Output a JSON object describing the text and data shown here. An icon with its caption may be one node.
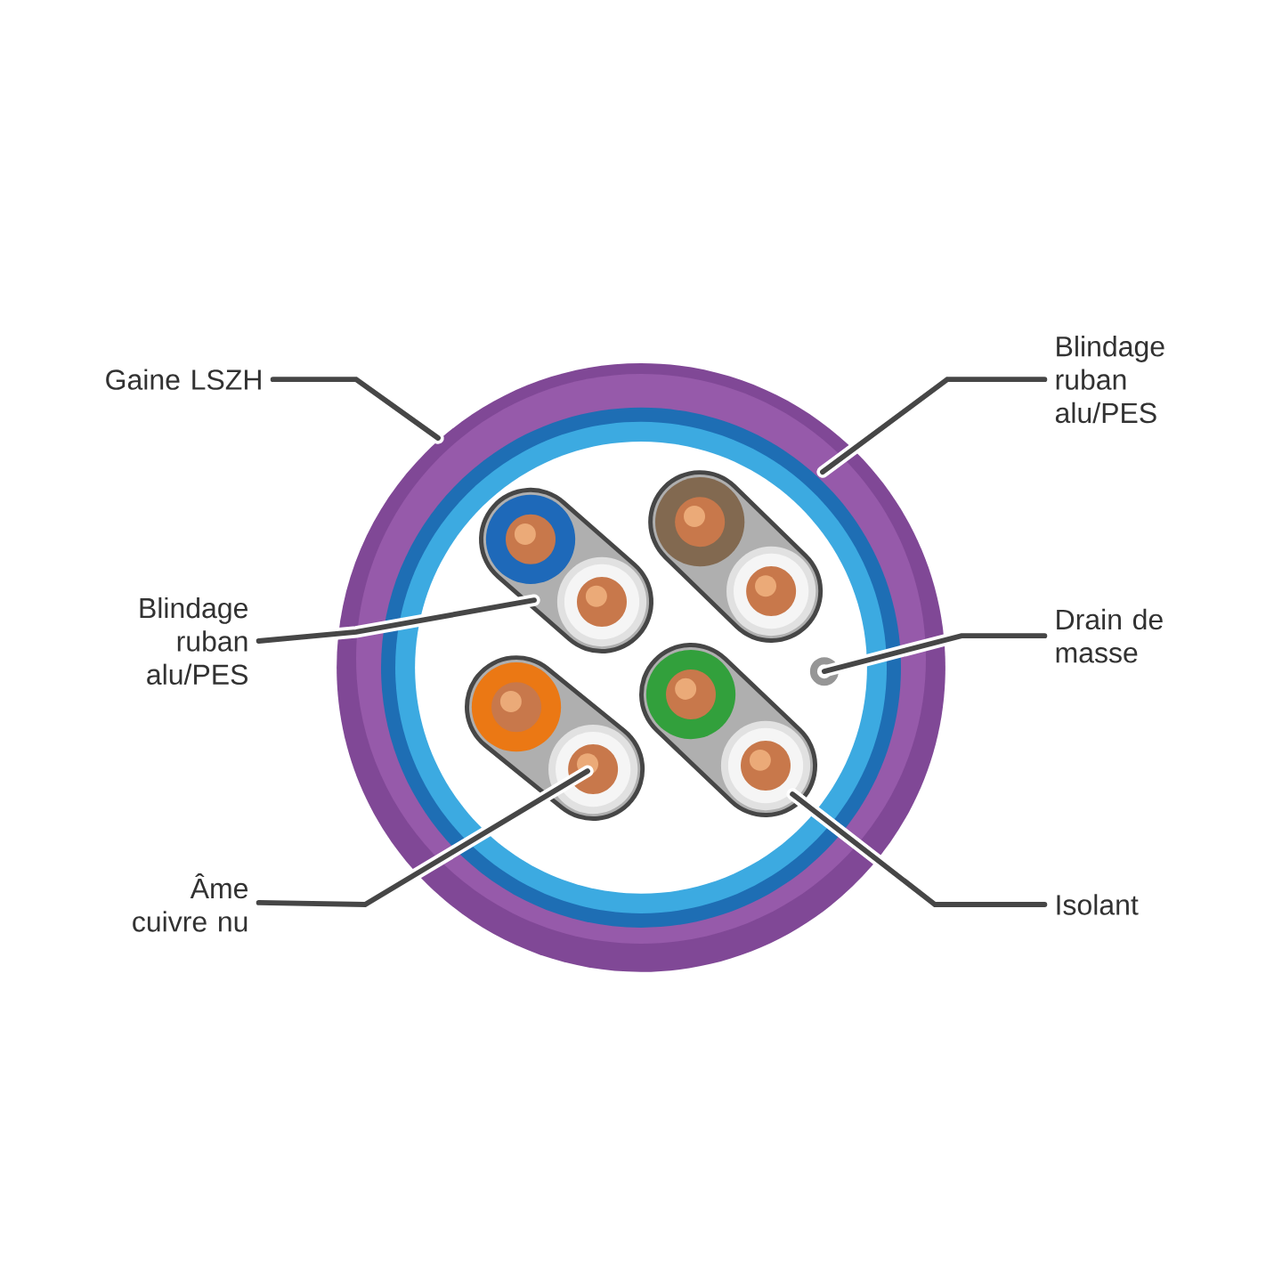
{
  "diagram": {
    "nodes": [
      {
        "text": [
          "Gaine LSZH"
        ]
      },
      {
        "text": [
          "Blindage ruban alu/PES"
        ]
      },
      {
        "text": [
          "Blindage ruban alu/PES"
        ]
      },
      {
        "text": [
          "Drain de masse"
        ]
      },
      {
        "text": [
          "Âme cuivre nu"
        ]
      },
      {
        "text": [
          "Isolant"
        ]
      }
    ],
    "edges": [
      {
        "from": 0,
        "to": null,
        "arrow": "none"
      },
      {
        "from": 1,
        "to": null,
        "arrow": "none"
      },
      {
        "from": 2,
        "to": null,
        "arrow": "none"
      },
      {
        "from": 3,
        "to": null,
        "arrow": "none"
      },
      {
        "from": 4,
        "to": null,
        "arrow": "none"
      },
      {
        "from": 5,
        "to": null,
        "arrow": "none"
      }
    ]
  }
}
